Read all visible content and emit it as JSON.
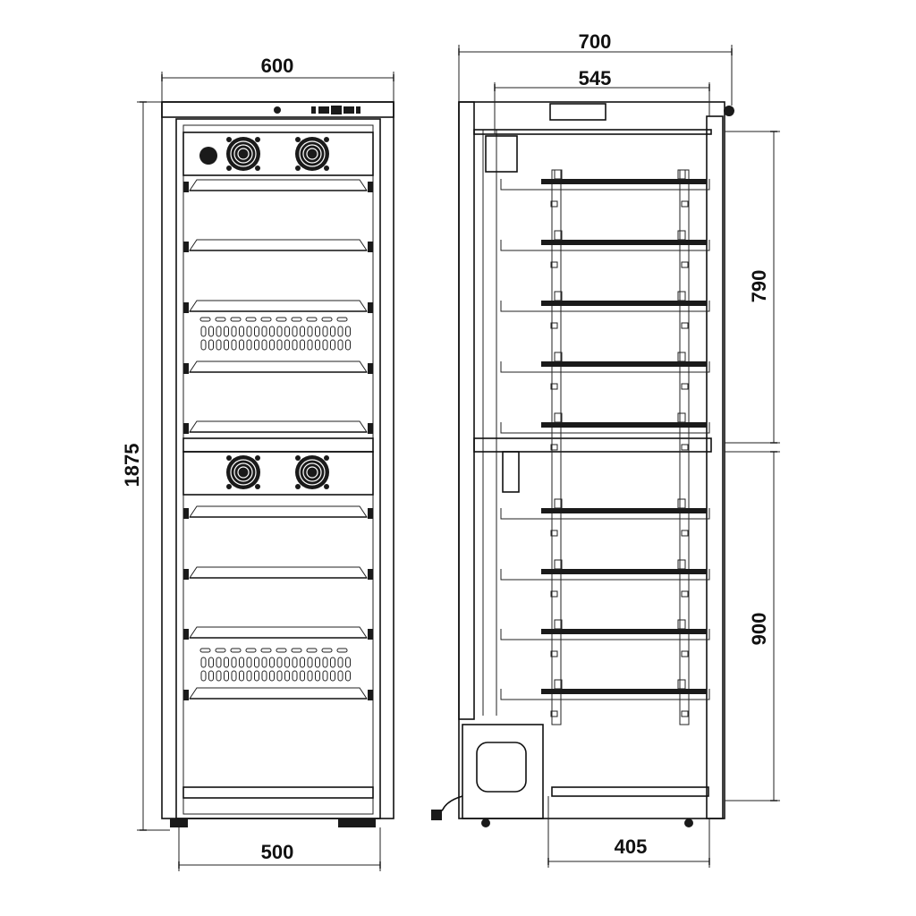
{
  "diagram": {
    "front_view": {
      "dimensions": {
        "overall_width": "600",
        "overall_height": "1875",
        "inner_width": "500"
      },
      "upper_shelf_count": 5,
      "lower_shelf_count": 4,
      "fan_count_upper": 2,
      "fan_count_lower": 2
    },
    "side_view": {
      "dimensions": {
        "overall_depth": "700",
        "inner_depth": "545",
        "upper_compartment_height": "790",
        "lower_compartment_height": "900",
        "shelf_depth": "405"
      },
      "upper_shelf_count": 5,
      "lower_shelf_count": 4
    },
    "colors": {
      "line": "#111111",
      "background": "#ffffff"
    }
  }
}
